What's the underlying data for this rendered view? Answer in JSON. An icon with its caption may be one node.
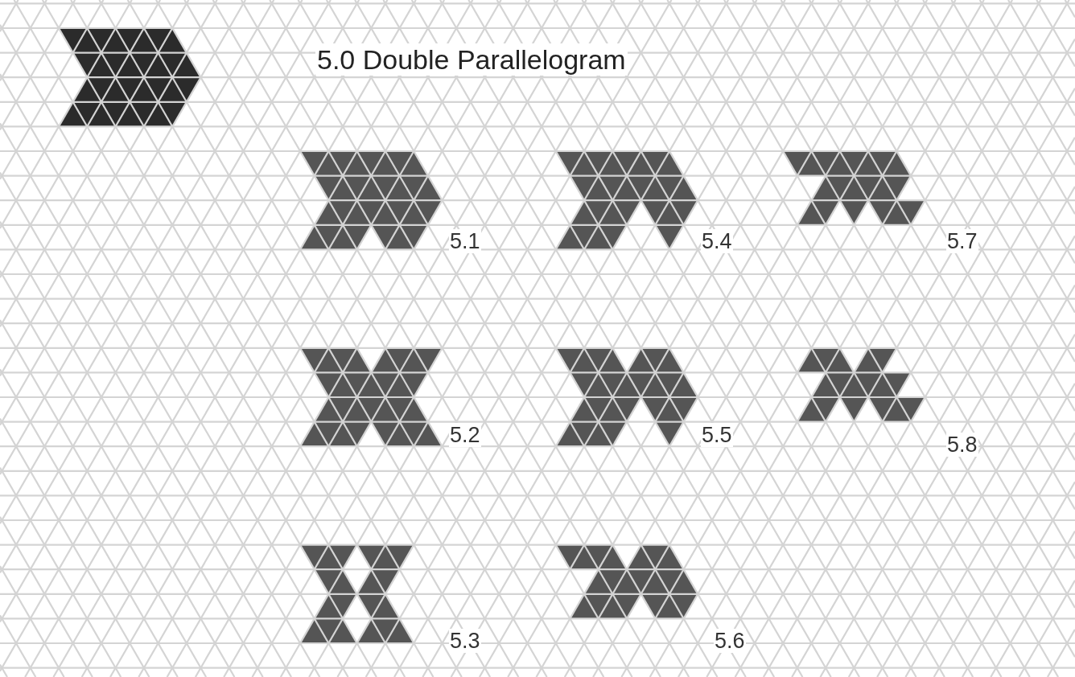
{
  "diagram": {
    "title": "5.0 Double Parallelogram",
    "labels": [
      "5.1",
      "5.4",
      "5.7",
      "5.2",
      "5.5",
      "5.8",
      "5.3",
      "5.6"
    ]
  }
}
